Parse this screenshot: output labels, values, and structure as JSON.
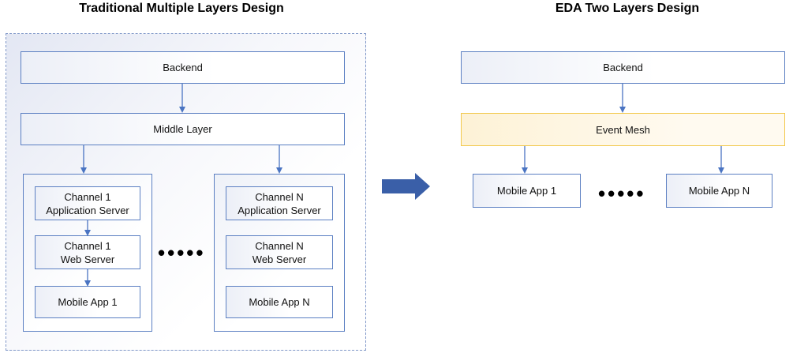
{
  "left": {
    "title": "Traditional Multiple Layers Design",
    "backend": "Backend",
    "middle_layer": "Middle Layer",
    "channel_1": {
      "app_server": "Channel 1\nApplication Server",
      "web_server": "Channel 1\nWeb Server",
      "mobile_app": "Mobile App 1"
    },
    "channel_n": {
      "app_server": "Channel N\nApplication Server",
      "web_server": "Channel N\nWeb Server",
      "mobile_app": "Mobile App N"
    },
    "ellipsis": "•••••"
  },
  "right": {
    "title": "EDA Two Layers Design",
    "backend": "Backend",
    "event_mesh": "Event Mesh",
    "mobile_app_1": "Mobile App 1",
    "mobile_app_n": "Mobile App N",
    "ellipsis": "•••••"
  },
  "colors": {
    "box_border": "#5b7fc2",
    "mesh_border": "#f2c84b",
    "arrow": "#4a74c2",
    "transition_arrow": "#3a5fa8"
  }
}
